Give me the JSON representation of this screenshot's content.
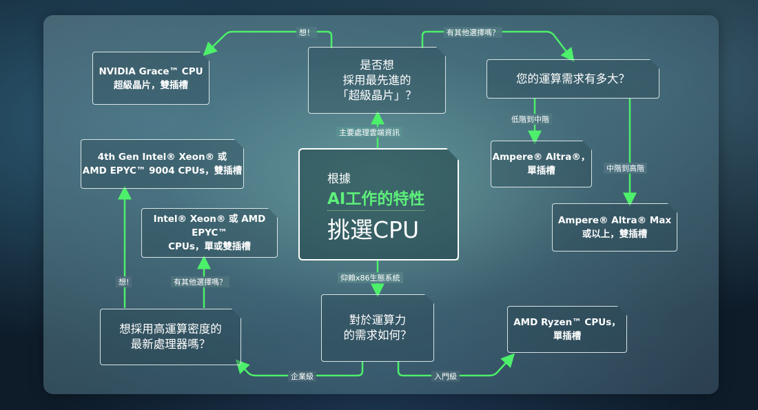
{
  "center": {
    "prefix": "根據",
    "highlight": "AI工作的特性",
    "main": "挑選CPU"
  },
  "nodes": {
    "super_chip_q": [
      "是否想",
      "採用最先進的",
      "「超級晶片」？"
    ],
    "grace": [
      "NVIDIA Grace™ CPU",
      "超級晶片，雙插槽"
    ],
    "compute_need_q": [
      "您的運算需求有多大？"
    ],
    "altra_single": [
      "Ampere® Altra®，",
      "單插槽"
    ],
    "altra_max": [
      "Ampere® Altra® Max",
      "或以上，雙插槽"
    ],
    "xeon_epyc_dual": [
      "4th Gen Intel® Xeon® 或",
      "AMD EPYC™ 9004 CPUs，雙插槽"
    ],
    "xeon_epyc_single_dual": [
      "Intel® Xeon® 或 AMD EPYC™",
      "CPUs，單或雙插槽"
    ],
    "density_q": [
      "想採用高運算密度的",
      "最新處理器嗎？"
    ],
    "compute_power_q": [
      "對於運算力",
      "的需求如何？"
    ],
    "ryzen": [
      "AMD Ryzen™ CPUs，",
      "單插槽"
    ]
  },
  "labels": {
    "want_top": "想！",
    "other_options_top": "有其他選擇嗎？",
    "cloud": "主要處理雲端資訊",
    "low_mid": "低階到中階",
    "mid_high": "中階到高階",
    "x86": "仰賴x86生態系統",
    "want_left": "想!",
    "other_options_left": "有其他選擇嗎？",
    "enterprise": "企業級",
    "entry": "入門級"
  },
  "colors": {
    "connector": "#4df06a",
    "highlight": "#5df07a"
  }
}
